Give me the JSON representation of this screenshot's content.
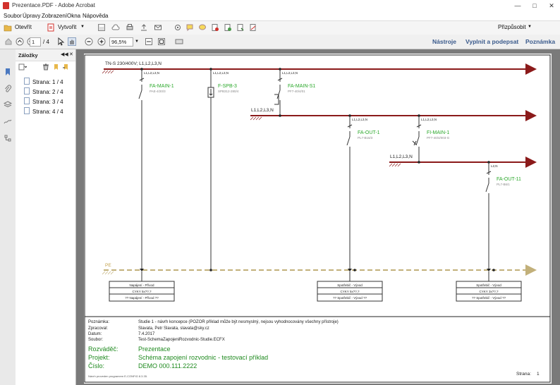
{
  "window": {
    "title": "Prezentace.PDF - Adobe Acrobat"
  },
  "menu": [
    "Soubor",
    "Úpravy",
    "Zobrazení",
    "Okna",
    "Nápověda"
  ],
  "toolbar": {
    "open_label": "Otevřít",
    "create_label": "Vytvořit",
    "customize_label": "Přizpůsobit"
  },
  "nav": {
    "page_value": "1",
    "page_total": "/ 4",
    "zoom_value": "96,5%"
  },
  "right_links": {
    "tools": "Nástroje",
    "fill_sign": "Vyplnit a podepsat",
    "comment": "Poznámka"
  },
  "bookmarks": {
    "title": "Záložky",
    "items": [
      "Strana: 1 / 4",
      "Strana: 2 / 4",
      "Strana: 3 / 4",
      "Strana: 4 / 4"
    ]
  },
  "schematic": {
    "main_bus_label": "TN-S 230/400V; L1,L2,L3,N",
    "sub_bus_label": "L1,L2,L3,N",
    "sub_bus2_label": "L1,L2,L3,N",
    "pe_label": "PE",
    "main_feeder": {
      "phase": "L1,L2,L3,N",
      "name": "FA-MAIN-1",
      "code": "PAE-4/20/3"
    },
    "spd": {
      "phase": "L1,L2,L3,N",
      "name": "F-SPB-3",
      "code": "SPB312-280/4"
    },
    "fa_main_s1": {
      "phase": "L1,L2,L3,N",
      "name": "FA-MAIN-S1",
      "code": "PF7-40/4/01"
    },
    "fa_out_1": {
      "phase": "L1,L2,L3,N",
      "name": "FA-OUT-1",
      "code": "PL7-B16/3"
    },
    "fi_main_1": {
      "phase": "L1,L2,L3,N",
      "name": "FI-MAIN-1",
      "code": "PF7-40/4/003-G"
    },
    "fa_out_11": {
      "phase": "L2,N",
      "name": "FA-OUT-11",
      "code": "PL7-B6/1"
    },
    "box1": {
      "r1": "Napájení - Přívod",
      "r2": "CYKY 5x??,?",
      "r3": "?? Napájení - Přívod ??"
    },
    "box2": {
      "r1": "Spotřebič - Vývod",
      "r2": "CYKY 5x??,?",
      "r3": "?? Spotřebič - Vývod ??"
    },
    "box3": {
      "r1": "Spotřebič - Vývod",
      "r2": "CYKY 3x??,?",
      "r3": "?? Spotřebič - Vývod ??"
    }
  },
  "titleblock": {
    "note_label": "Poznámka:",
    "note_value": "Studie 1 - návrh koncepce (POZOR příklad může být nesmyslný, nejsou vyhodnocovány všechny přístroje)",
    "author_label": "Zpracoval:",
    "author_value": "Slavata, Petr Slavata, slavata@sky.cz",
    "date_label": "Datum:",
    "date_value": "7.4.2017",
    "file_label": "Soubor:",
    "file_value": "Test-SchemaZapojeniRozvodnic-Studie.ECFX",
    "board_label": "Rozváděč:",
    "board_value": "Prezentace",
    "project_label": "Projekt:",
    "project_value": "Schéma zapojení rozvodnic - testovací příklad",
    "number_label": "Číslo:",
    "number_value": "DEMO 000.111.2222",
    "footer_note": "Návrh proveden programem E-CONFIG 8.3.35.",
    "page_label": "Strana:",
    "page_value": "1"
  },
  "colors": {
    "bus": "#8b1a1a",
    "device_name": "#2aa82a",
    "pe": "#c2b07a",
    "acrobat_red": "#d2322d",
    "link": "#3a5a8c"
  }
}
